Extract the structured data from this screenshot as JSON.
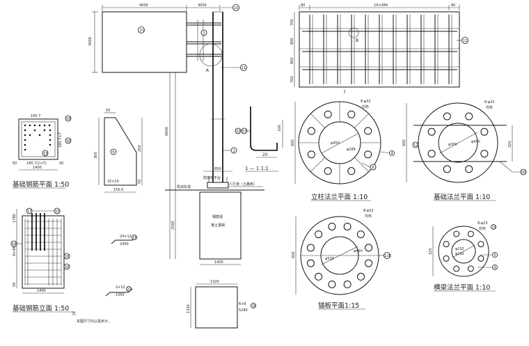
{
  "sign_panel": {
    "width_dim": "4000",
    "arm_dim": "3000",
    "height_dim": "3000",
    "panel_no": "21",
    "detail_a": "A",
    "arm_no": "2",
    "flange_no": "11",
    "post_top_no": "10"
  },
  "post": {
    "height_dim": "6000",
    "post_no": "1",
    "base_dim": "850",
    "ground_label": "机动车道",
    "sidewalk_label": "人行道（土路肩）",
    "fender_label": "防撞墩平台",
    "foundation_depth": "2500",
    "foundation_width": "1400",
    "foundation_label_1": "钢筋混",
    "foundation_label_2": "凝土基础"
  },
  "hook_detail": {
    "dim_h": "100",
    "dim_w": "20",
    "no_a": "22",
    "no_b": "23",
    "section_label": "1 — 1  1:1"
  },
  "top_view": {
    "end_left": "80",
    "span": "10×384",
    "end_right": "80",
    "rows": [
      "700",
      "800",
      "800",
      "700"
    ],
    "mark_b": "B",
    "mark_i": "I",
    "flange_no": "11"
  },
  "rebar_plan": {
    "marks": [
      "18",
      "16",
      "19"
    ],
    "dim_top": "185.7",
    "dim_side": "185.7×7",
    "dim_bottom": "185.7(1×7)",
    "edge_left": "50",
    "edge_right": "50",
    "width": "1400",
    "title": "基础钢筋平面 1:50"
  },
  "gusset": {
    "dim_top": "50",
    "height": "300",
    "right_h": "250",
    "right_small": "50",
    "bottom": "150.5",
    "label": "15×15",
    "no": "6"
  },
  "post_flange": {
    "bolt_label": "8-φ32",
    "hole_label": "均布",
    "dim_a": "φ450",
    "dim_b": "φ289",
    "height": "600",
    "rib_no": "6",
    "plate_no": "4",
    "title": "立柱法兰平面 1:10"
  },
  "base_flange": {
    "bolt_label": "8-φ32",
    "hole_label": "均布",
    "dim_a": "φ450",
    "dim_b": "φ300",
    "height": "600",
    "side_dim": "320",
    "no_left": "12",
    "no_right": "20",
    "title": "基础法兰平面 1:10"
  },
  "anchor_plate": {
    "bolt_label": "8-φ32",
    "hole_label": "均布",
    "dim_a": "φ450",
    "dim_b": "φ530",
    "height": "600",
    "no": "12B",
    "title": "锚板平面1:15"
  },
  "beam_flange": {
    "bolt_label": "8-φ23",
    "hole_label": "均布",
    "dim_a": "φ152",
    "dim_b": "φ192",
    "height": "325",
    "no_top": "19",
    "no_mid": "5",
    "no_bottom": "9",
    "title": "横梁法兰平面 1:10"
  },
  "rebar_elevation": {
    "top_dim": "1780",
    "side_dim": "9×485",
    "bottom_dim": "50",
    "width": "1400",
    "marks": [
      "17",
      "15",
      "18",
      "16",
      "16"
    ],
    "title": "基础钢筋立面 1:50"
  },
  "bar_details": [
    {
      "qty": "24×12",
      "length": "2450",
      "no": "16"
    },
    {
      "qty": "2×12",
      "length": "1350",
      "no": "22"
    }
  ],
  "base_plate": {
    "width": "1320",
    "height": "1320",
    "qty": "6×8",
    "length": "5280",
    "no": "16"
  },
  "notes": {
    "heading": "注：",
    "line1": "本图尺寸均以毫米计。"
  }
}
